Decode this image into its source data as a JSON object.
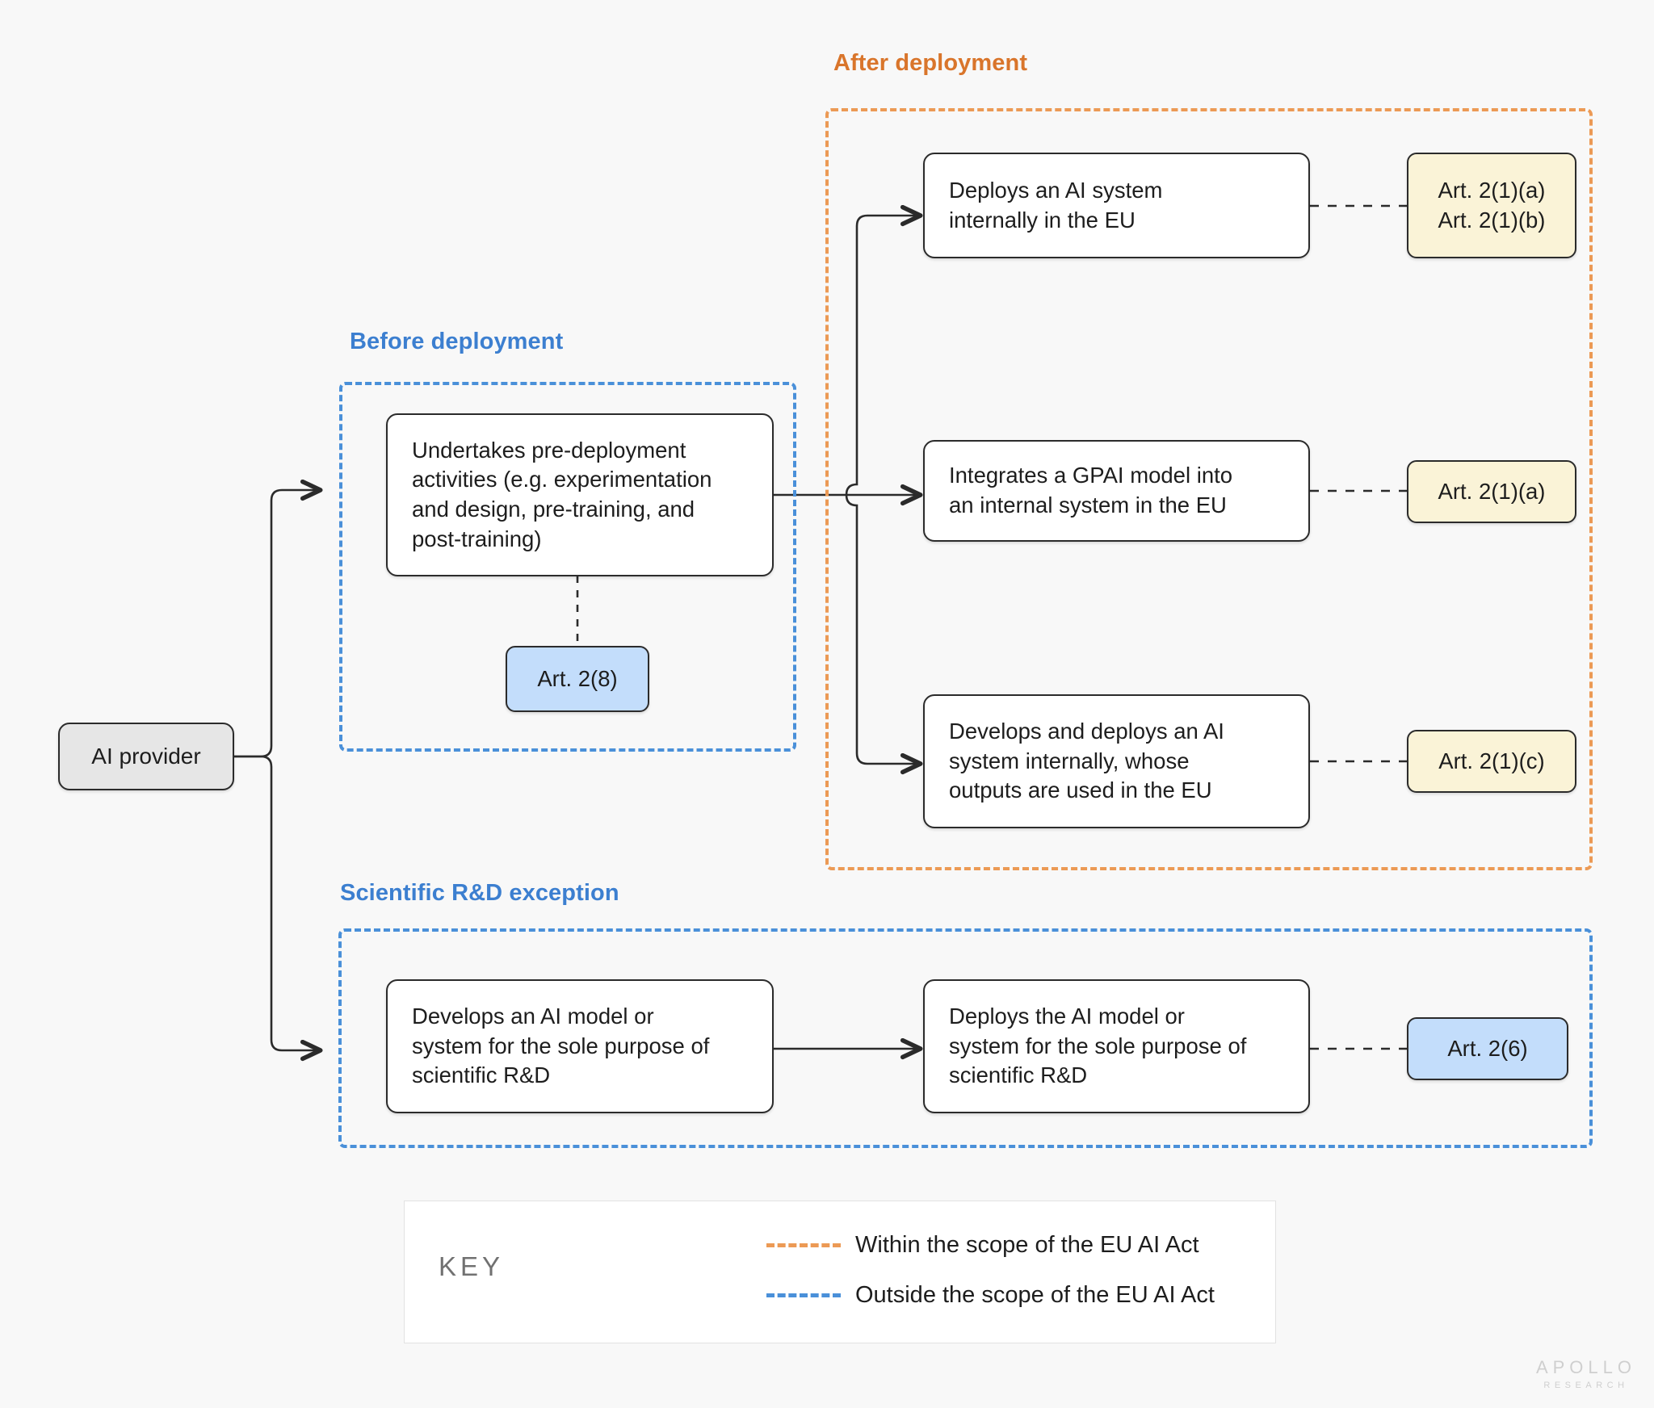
{
  "diagram": {
    "title": "EU AI Act scope flowchart for AI providers",
    "colors": {
      "within_scope": "#EC9A55",
      "outside_scope": "#4A90D9",
      "within_scope_label": "#D9752B",
      "outside_scope_label": "#3C7FD0",
      "chip_cream": "#FAF3D7",
      "chip_blue": "#C3DDFB",
      "root_fill": "#E6E6E6",
      "node_fill": "#FFFFFF",
      "canvas": "#F8F8F8",
      "stroke": "#2B2B2B"
    }
  },
  "root": {
    "label": "AI provider"
  },
  "groups": {
    "after_deployment": {
      "label": "After deployment",
      "scope": "within"
    },
    "before_deployment": {
      "label": "Before deployment",
      "scope": "outside"
    },
    "scientific_rd": {
      "label": "Scientific R&D exception",
      "scope": "outside"
    }
  },
  "nodes": {
    "pre_deployment": {
      "lines": [
        "Undertakes pre-deployment",
        "activities (e.g. experimentation",
        "and design, pre-training, and",
        "post-training)"
      ]
    },
    "deploys_internally_eu": {
      "lines": [
        "Deploys an AI system",
        "internally in the EU"
      ]
    },
    "integrates_gpai": {
      "lines": [
        "Integrates a GPAI model into",
        "an internal system in the EU"
      ]
    },
    "outputs_used_eu": {
      "lines": [
        "Develops and deploys an AI",
        "system internally, whose",
        "outputs are used in the EU"
      ]
    },
    "develops_rd": {
      "lines": [
        "Develops an AI model or",
        "system for the sole purpose of",
        "scientific R&D"
      ]
    },
    "deploys_rd": {
      "lines": [
        "Deploys the AI model or",
        "system for the sole purpose of",
        "scientific R&D"
      ]
    }
  },
  "article_chips": {
    "art_2_8": {
      "lines": [
        "Art. 2(8)"
      ],
      "fill": "blue"
    },
    "art_2_1_ab": {
      "lines": [
        "Art. 2(1)(a)",
        "Art. 2(1)(b)"
      ],
      "fill": "cream"
    },
    "art_2_1_a": {
      "lines": [
        "Art. 2(1)(a)"
      ],
      "fill": "cream"
    },
    "art_2_1_c": {
      "lines": [
        "Art. 2(1)(c)"
      ],
      "fill": "cream"
    },
    "art_2_6": {
      "lines": [
        "Art. 2(6)"
      ],
      "fill": "blue"
    }
  },
  "key": {
    "title": "KEY",
    "entries": [
      {
        "label": "Within the scope of the EU AI Act",
        "color": "#EC9A55"
      },
      {
        "label": "Outside the scope of the EU AI Act",
        "color": "#4A90D9"
      }
    ]
  },
  "logo": {
    "line1": "APOLLO",
    "line2": "RESEARCH"
  }
}
